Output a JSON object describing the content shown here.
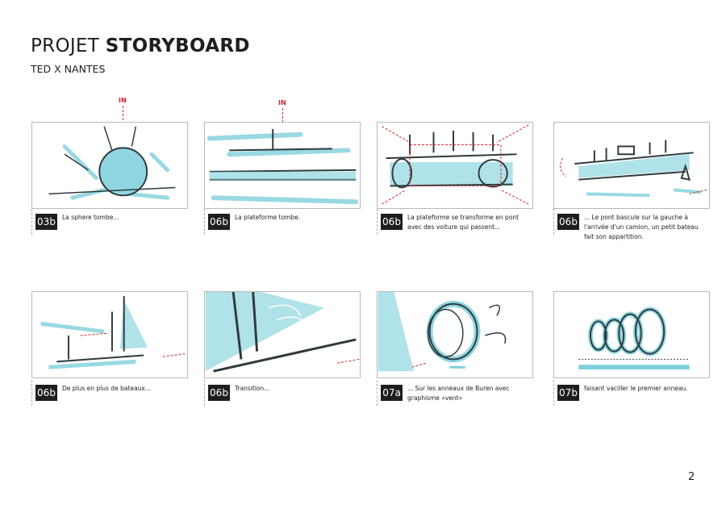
{
  "header": {
    "title_light": "PROJET ",
    "title_bold": "STORYBOARD",
    "subtitle": "TED X NANTES"
  },
  "markers": {
    "in_label": "IN"
  },
  "colors": {
    "sketch_cyan": "#7fd0dc",
    "sketch_ink": "#2e3a3d",
    "marker_red": "#d2232a",
    "badge_bg": "#1e1e1e"
  },
  "panels": [
    {
      "code": "03b",
      "caption": "La sphere tombe..."
    },
    {
      "code": "06b",
      "caption": "La plateforme tombe."
    },
    {
      "code": "06b",
      "caption": "La plateforme se transforme en pont avec des voiture qui passent..."
    },
    {
      "code": "06b",
      "caption": "... Le pont bascule sur la gauche à l'arrivée d'un camion, un petit bateau fait son appartition."
    },
    {
      "code": "06b",
      "caption": "De plus en plus de bateaux..."
    },
    {
      "code": "06b",
      "caption": "Transition..."
    },
    {
      "code": "07a",
      "caption": "... Sur les anneaux de Buren avec graphisme «vent»"
    },
    {
      "code": "07b",
      "caption": "faisant vaciller le premier anneau."
    }
  ],
  "footer": {
    "page_number": "2"
  }
}
